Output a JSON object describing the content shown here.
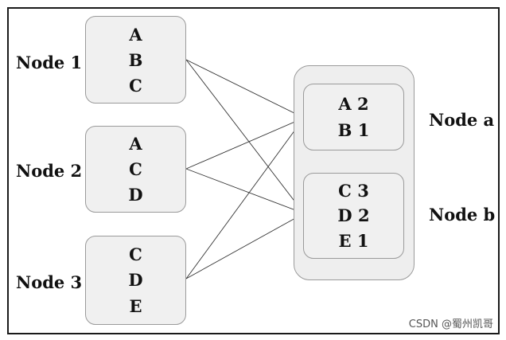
{
  "left_nodes": [
    {
      "label": "Node 1",
      "items": [
        "A",
        "B",
        "C"
      ]
    },
    {
      "label": "Node 2",
      "items": [
        "A",
        "C",
        "D"
      ]
    },
    {
      "label": "Node 3",
      "items": [
        "C",
        "D",
        "E"
      ]
    }
  ],
  "right_nodes": [
    {
      "label": "Node a",
      "items": [
        "A 2",
        "B 1"
      ]
    },
    {
      "label": "Node b",
      "items": [
        "C 3",
        "D 2",
        "E 1"
      ]
    }
  ],
  "watermark": "CSDN @蜀州凯哥",
  "colors": {
    "box_fill": "#f0f0f0",
    "border": "#9a9a9a",
    "line": "#333333"
  }
}
